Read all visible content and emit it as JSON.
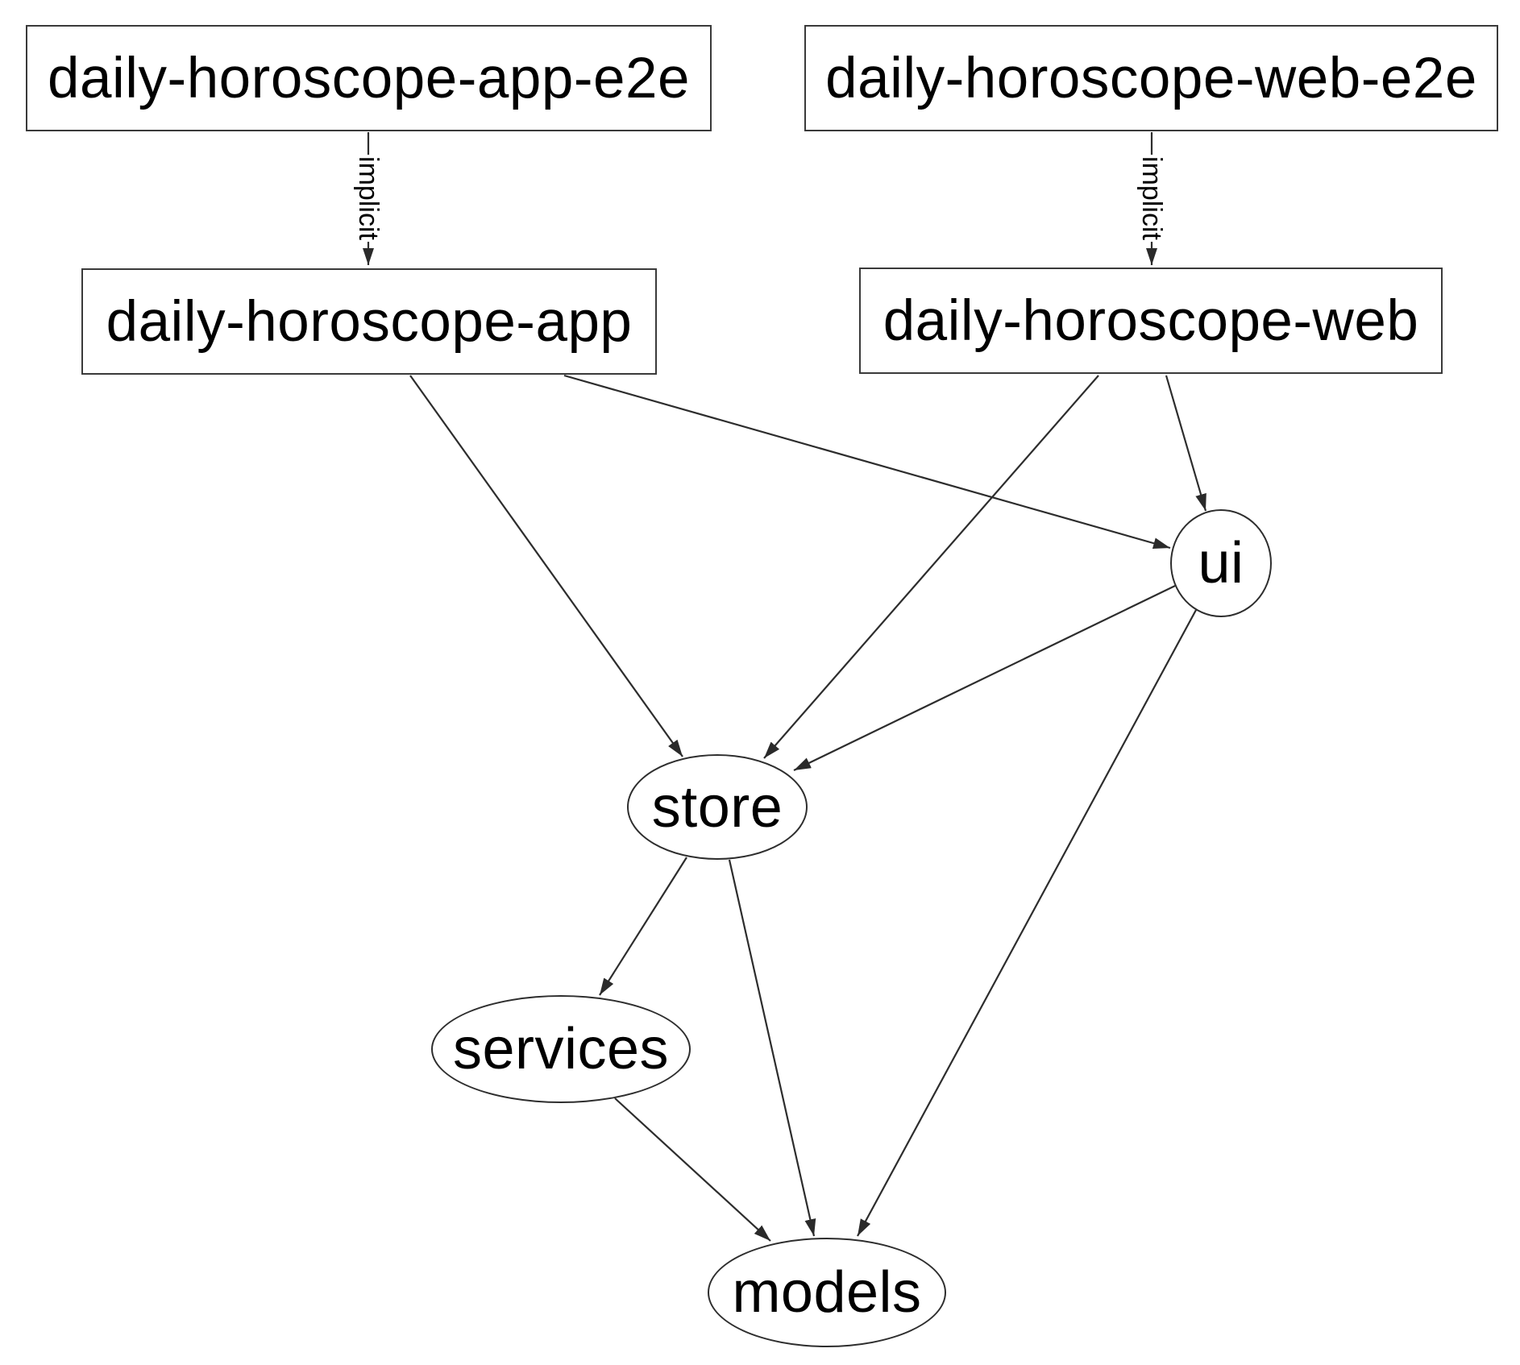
{
  "graph": {
    "nodes": {
      "app_e2e": {
        "label": "daily-horoscope-app-e2e",
        "shape": "rectangle"
      },
      "web_e2e": {
        "label": "daily-horoscope-web-e2e",
        "shape": "rectangle"
      },
      "app": {
        "label": "daily-horoscope-app",
        "shape": "rectangle"
      },
      "web": {
        "label": "daily-horoscope-web",
        "shape": "rectangle"
      },
      "ui": {
        "label": "ui",
        "shape": "ellipse"
      },
      "store": {
        "label": "store",
        "shape": "ellipse"
      },
      "services": {
        "label": "services",
        "shape": "ellipse"
      },
      "models": {
        "label": "models",
        "shape": "ellipse"
      }
    },
    "edges": [
      {
        "from": "daily-horoscope-app-e2e",
        "to": "daily-horoscope-app",
        "label": "implicit"
      },
      {
        "from": "daily-horoscope-web-e2e",
        "to": "daily-horoscope-web",
        "label": "implicit"
      },
      {
        "from": "daily-horoscope-app",
        "to": "store",
        "label": ""
      },
      {
        "from": "daily-horoscope-app",
        "to": "ui",
        "label": ""
      },
      {
        "from": "daily-horoscope-web",
        "to": "store",
        "label": ""
      },
      {
        "from": "daily-horoscope-web",
        "to": "ui",
        "label": ""
      },
      {
        "from": "ui",
        "to": "store",
        "label": ""
      },
      {
        "from": "ui",
        "to": "models",
        "label": ""
      },
      {
        "from": "store",
        "to": "services",
        "label": ""
      },
      {
        "from": "store",
        "to": "models",
        "label": ""
      },
      {
        "from": "services",
        "to": "models",
        "label": ""
      }
    ],
    "implicit_label": "implicit",
    "colors": {
      "background": "#ffffff",
      "edge": "#2d2d2d",
      "node_border": "#3a3a3a",
      "text": "#000000"
    }
  }
}
